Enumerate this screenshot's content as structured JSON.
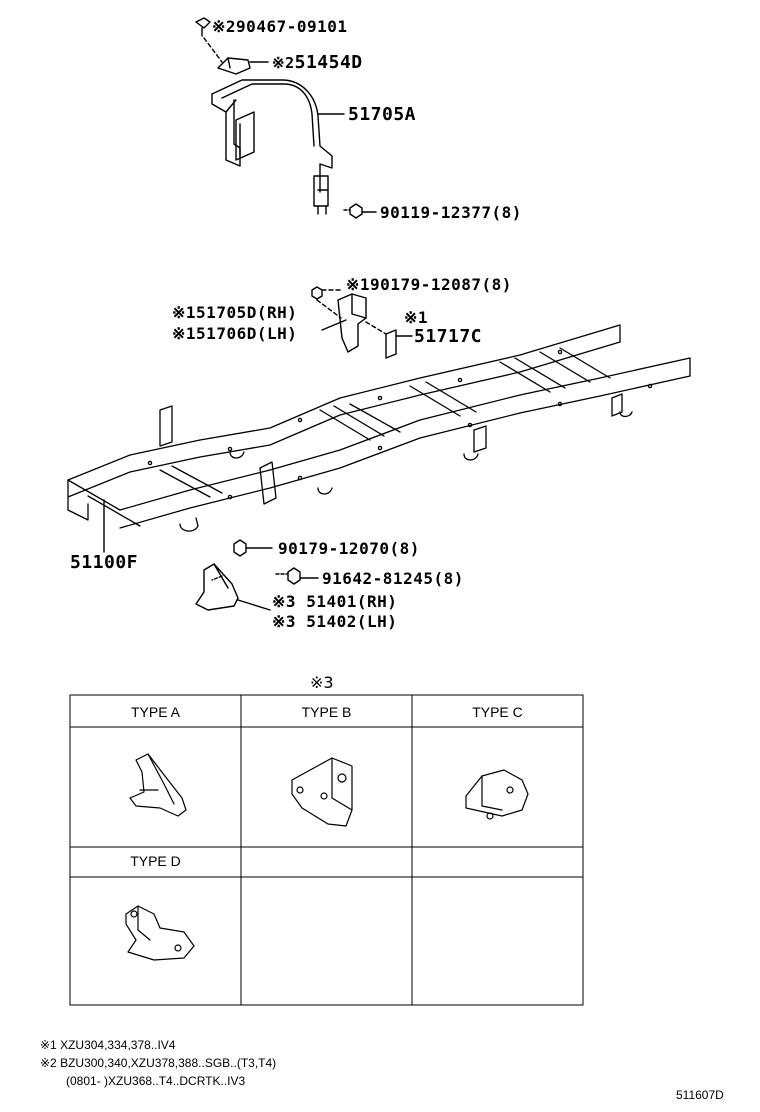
{
  "parts_top": {
    "p1": {
      "mark": "※2",
      "number": "90467-09101"
    },
    "p2": {
      "mark": "※2",
      "number": "51454D"
    },
    "p3": {
      "number": "51705A"
    },
    "p4": {
      "number": "90119-12377(8)"
    }
  },
  "parts_frame": {
    "p5": {
      "mark": "※1",
      "number": "90179-12087(8)"
    },
    "p6": {
      "mark": "※1",
      "number": "51705D(RH)"
    },
    "p7": {
      "mark": "※1",
      "number": "51706D(LH)"
    },
    "p8": {
      "mark": "※1",
      "number": "51717C"
    },
    "p9": {
      "number": "51100F"
    },
    "p10": {
      "number": "90179-12070(8)"
    },
    "p11": {
      "number": "91642-81245(8)"
    },
    "p12": {
      "mark": "※3",
      "number": "51401(RH)"
    },
    "p13": {
      "mark": "※3",
      "number": "51402(LH)"
    }
  },
  "type_table": {
    "caption": "※3",
    "types": [
      "TYPE A",
      "TYPE B",
      "TYPE C",
      "TYPE D"
    ]
  },
  "notes": {
    "n1": "※1 XZU304,334,378..IV4",
    "n2": "※2 BZU300,340,XZU378,388..SGB..(T3,T4)",
    "n3": "(0801-          )XZU368..T4..DCRTK..IV3"
  },
  "figure_id": "511607D"
}
